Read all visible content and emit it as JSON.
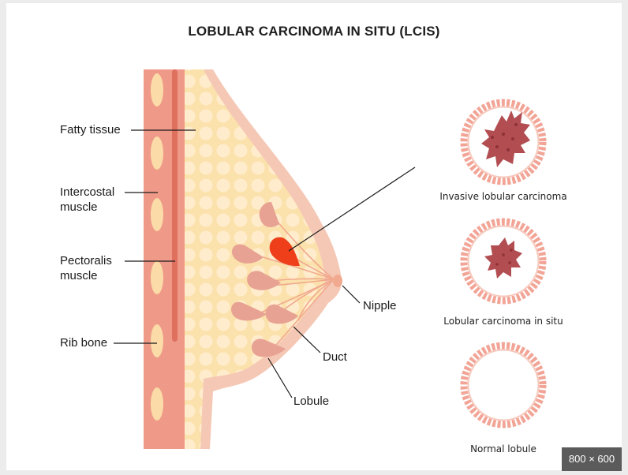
{
  "title": "LOBULAR CARCINOMA IN SITU (LCIS)",
  "labels": {
    "fatty_tissue": "Fatty tissue",
    "intercostal_muscle": "Intercostal\nmuscle",
    "pectoralis_muscle": "Pectoralis\nmuscle",
    "rib_bone": "Rib bone",
    "nipple": "Nipple",
    "duct": "Duct",
    "lobule": "Lobule"
  },
  "stages": [
    {
      "label": "Invasive lobular carcinoma"
    },
    {
      "label": "Lobular carcinoma in situ"
    },
    {
      "label": "Normal lobule"
    }
  ],
  "size_badge": "800 × 600",
  "colors": {
    "rib_bone": "#fbdba8",
    "muscle": "#ef9a88",
    "pectoralis_line": "#e0705e",
    "fat": "#fbe1ab",
    "fat_dots": "#ffeccc",
    "skin": "#f5c8b5",
    "lobule": "#e7a293",
    "tumor": "#ee3f1a",
    "cell_ring": "#f2a596",
    "carcinoma": "#b24d52"
  }
}
